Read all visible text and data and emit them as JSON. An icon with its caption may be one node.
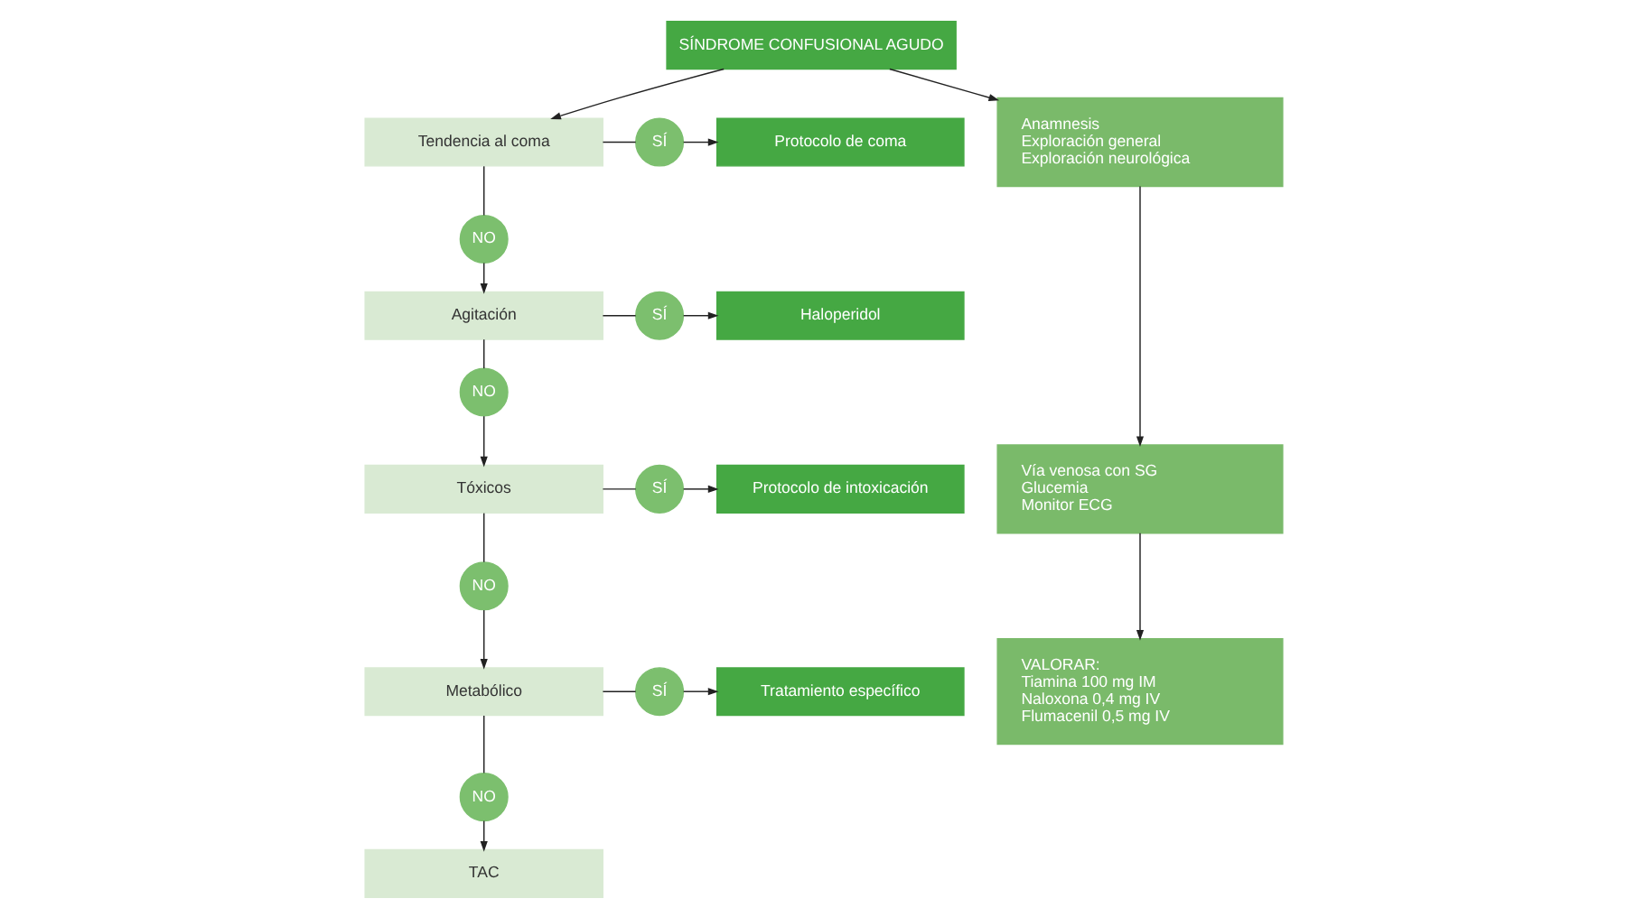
{
  "diagram": {
    "nodes": [
      {
        "text": [
          "SÍNDROME CONFUSIONAL AGUDO"
        ]
      },
      {
        "text": [
          "Tendencia al coma"
        ]
      },
      {
        "text": [
          "SÍ"
        ]
      },
      {
        "text": [
          "Protocolo de coma"
        ]
      },
      {
        "text": [
          "NO"
        ]
      },
      {
        "text": [
          "Agitación"
        ]
      },
      {
        "text": [
          "SÍ"
        ]
      },
      {
        "text": [
          "Haloperidol"
        ]
      },
      {
        "text": [
          "NO"
        ]
      },
      {
        "text": [
          "Tóxicos"
        ]
      },
      {
        "text": [
          "SÍ"
        ]
      },
      {
        "text": [
          "Protocolo de intoxicación"
        ]
      },
      {
        "text": [
          "NO"
        ]
      },
      {
        "text": [
          "Metabólico"
        ]
      },
      {
        "text": [
          "SÍ"
        ]
      },
      {
        "text": [
          "Tratamiento específico"
        ]
      },
      {
        "text": [
          "NO"
        ]
      },
      {
        "text": [
          "TAC"
        ]
      },
      {
        "text": [
          "Anamnesis",
          "Exploración general",
          "Exploración neurológica"
        ]
      },
      {
        "text": [
          "Vía venosa con SG",
          "Glucemia",
          "Monitor ECG"
        ]
      },
      {
        "text": [
          "VALORAR:",
          "Tiamina 100 mg IM",
          "Naloxona 0,4 mg IV",
          "Flumacenil 0,5 mg IV"
        ]
      }
    ],
    "edges": [
      {
        "from": 0,
        "to": 1,
        "arrow": "to"
      },
      {
        "from": 0,
        "to": 18,
        "arrow": "to"
      },
      {
        "from": 1,
        "to": 2,
        "arrow": "none"
      },
      {
        "from": 2,
        "to": 3,
        "arrow": "to"
      },
      {
        "from": 1,
        "to": 4,
        "arrow": "none"
      },
      {
        "from": 4,
        "to": 5,
        "arrow": "to"
      },
      {
        "from": 5,
        "to": 6,
        "arrow": "none"
      },
      {
        "from": 6,
        "to": 7,
        "arrow": "to"
      },
      {
        "from": 5,
        "to": 8,
        "arrow": "none"
      },
      {
        "from": 8,
        "to": 9,
        "arrow": "to"
      },
      {
        "from": 9,
        "to": 10,
        "arrow": "none"
      },
      {
        "from": 10,
        "to": 11,
        "arrow": "to"
      },
      {
        "from": 9,
        "to": 12,
        "arrow": "none"
      },
      {
        "from": 12,
        "to": 13,
        "arrow": "to"
      },
      {
        "from": 13,
        "to": 14,
        "arrow": "none"
      },
      {
        "from": 14,
        "to": 15,
        "arrow": "to"
      },
      {
        "from": 13,
        "to": 16,
        "arrow": "none"
      },
      {
        "from": 16,
        "to": 17,
        "arrow": "to"
      },
      {
        "from": 18,
        "to": 19,
        "arrow": "to"
      },
      {
        "from": 19,
        "to": 20,
        "arrow": "to"
      }
    ]
  }
}
